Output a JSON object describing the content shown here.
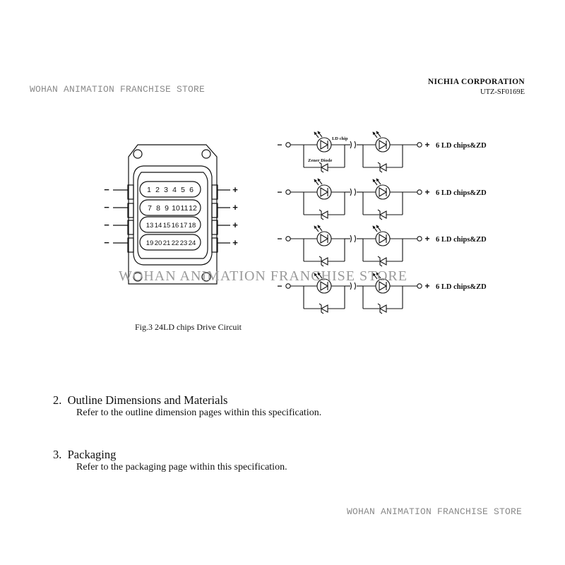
{
  "watermark": {
    "top": "WOHAN ANIMATION FRANCHISE STORE",
    "center": "WOHAN ANIMATION FRANCHISE STORE",
    "bottom": "WOHAN ANIMATION FRANCHISE STORE"
  },
  "header": {
    "company": "NICHIA  CORPORATION",
    "doc_number": "UTZ-SF0169E"
  },
  "figure": {
    "caption": "Fig.3 24LD chips Drive Circuit",
    "package": {
      "rows": [
        [
          "1",
          "2",
          "3",
          "4",
          "5",
          "6"
        ],
        [
          "7",
          "8",
          "9",
          "10",
          "11",
          "12"
        ],
        [
          "13",
          "14",
          "15",
          "16",
          "17",
          "18"
        ],
        [
          "19",
          "20",
          "21",
          "22",
          "23",
          "24"
        ]
      ],
      "minus_sign": "−",
      "plus_sign": "+"
    },
    "circuit": {
      "ld_chip_label": "LD chip",
      "zener_label": "Zener Diode",
      "row_label": "6 LD chips&ZD",
      "minus_sign": "−",
      "plus_sign": "+",
      "row_count": 4
    }
  },
  "sections": [
    {
      "number": "2.",
      "title": "Outline Dimensions and Materials",
      "body": "Refer to the outline dimension pages within this specification."
    },
    {
      "number": "3.",
      "title": "Packaging",
      "body": "Refer to the packaging page within this specification."
    }
  ]
}
